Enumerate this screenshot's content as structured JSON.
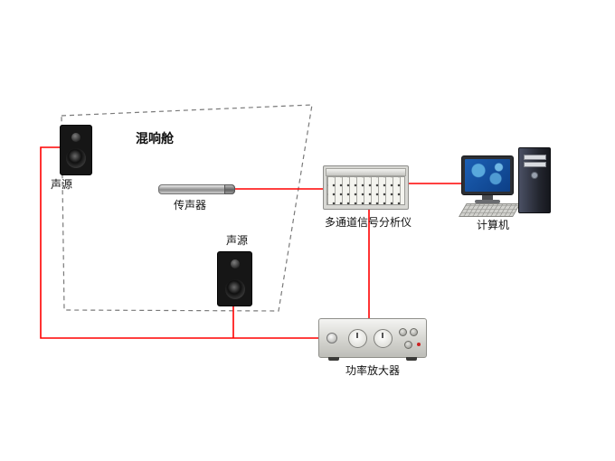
{
  "diagram": {
    "wire_color": "#ff0000",
    "chamber": {
      "label": "混响舱"
    },
    "speaker_top": {
      "label": "声源"
    },
    "speaker_bottom": {
      "label": "声源"
    },
    "microphone": {
      "label": "传声器"
    },
    "analyzer": {
      "label": "多通道信号分析仪"
    },
    "computer": {
      "label": "计算机"
    },
    "amplifier": {
      "label": "功率放大器"
    }
  }
}
